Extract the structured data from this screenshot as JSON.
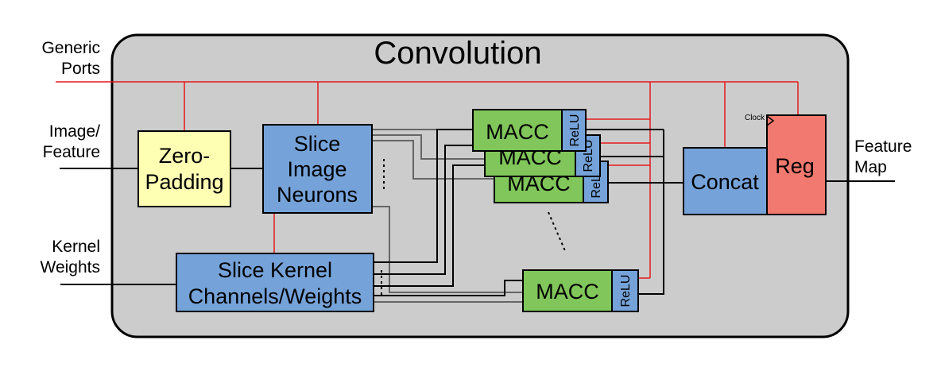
{
  "title": "Convolution",
  "inputs": {
    "generic_ports": [
      "Generic",
      "Ports"
    ],
    "image_feature": [
      "Image/",
      "Feature"
    ],
    "kernel_weights": [
      "Kernel",
      "Weights"
    ]
  },
  "output": {
    "feature_map": [
      "Feature",
      "Map"
    ]
  },
  "blocks": {
    "zero_padding": [
      "Zero-",
      "Padding"
    ],
    "slice_image": [
      "Slice",
      "Image",
      "Neurons"
    ],
    "slice_kernel": [
      "Slice Kernel",
      "Channels/Weights"
    ],
    "macc": "MACC",
    "relu": "ReLU",
    "concat": "Concat",
    "reg": "Reg",
    "clock": "Clock"
  },
  "colors": {
    "container": "#cccccc",
    "zero_padding": "#ffffb3",
    "slice": "#75a3d9",
    "macc": "#80c65a",
    "reg": "#f2796f",
    "control_line": "#e31a1c",
    "data_line": "#000000"
  }
}
